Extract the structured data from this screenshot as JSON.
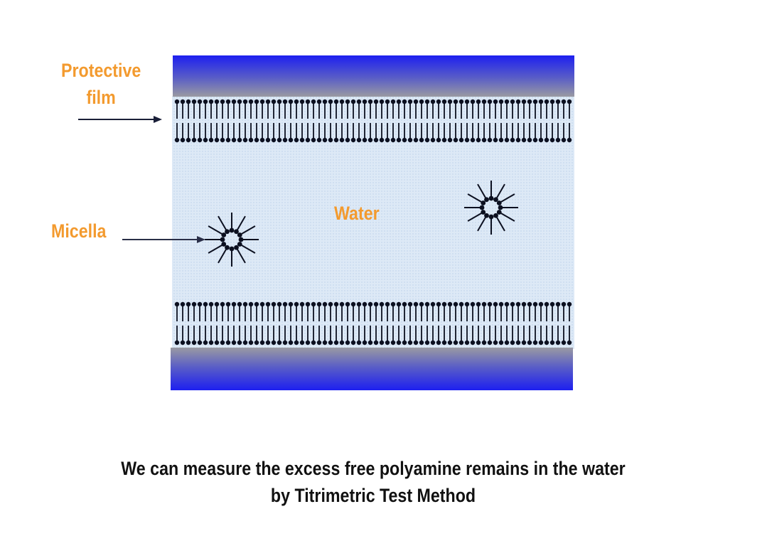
{
  "labels": {
    "protective_line1": "Protective",
    "protective_line2": "film",
    "micella": "Micella",
    "water": "Water"
  },
  "caption": {
    "line1": "We can measure the excess free polyamine remains in the water",
    "line2": "by Titrimetric Test Method"
  },
  "colors": {
    "label": "#f39a2e",
    "metal_blue": "#1d1ff0",
    "metal_gray": "#8f8f99",
    "water": "#dbe9f7",
    "molecule": "#0c1020"
  }
}
